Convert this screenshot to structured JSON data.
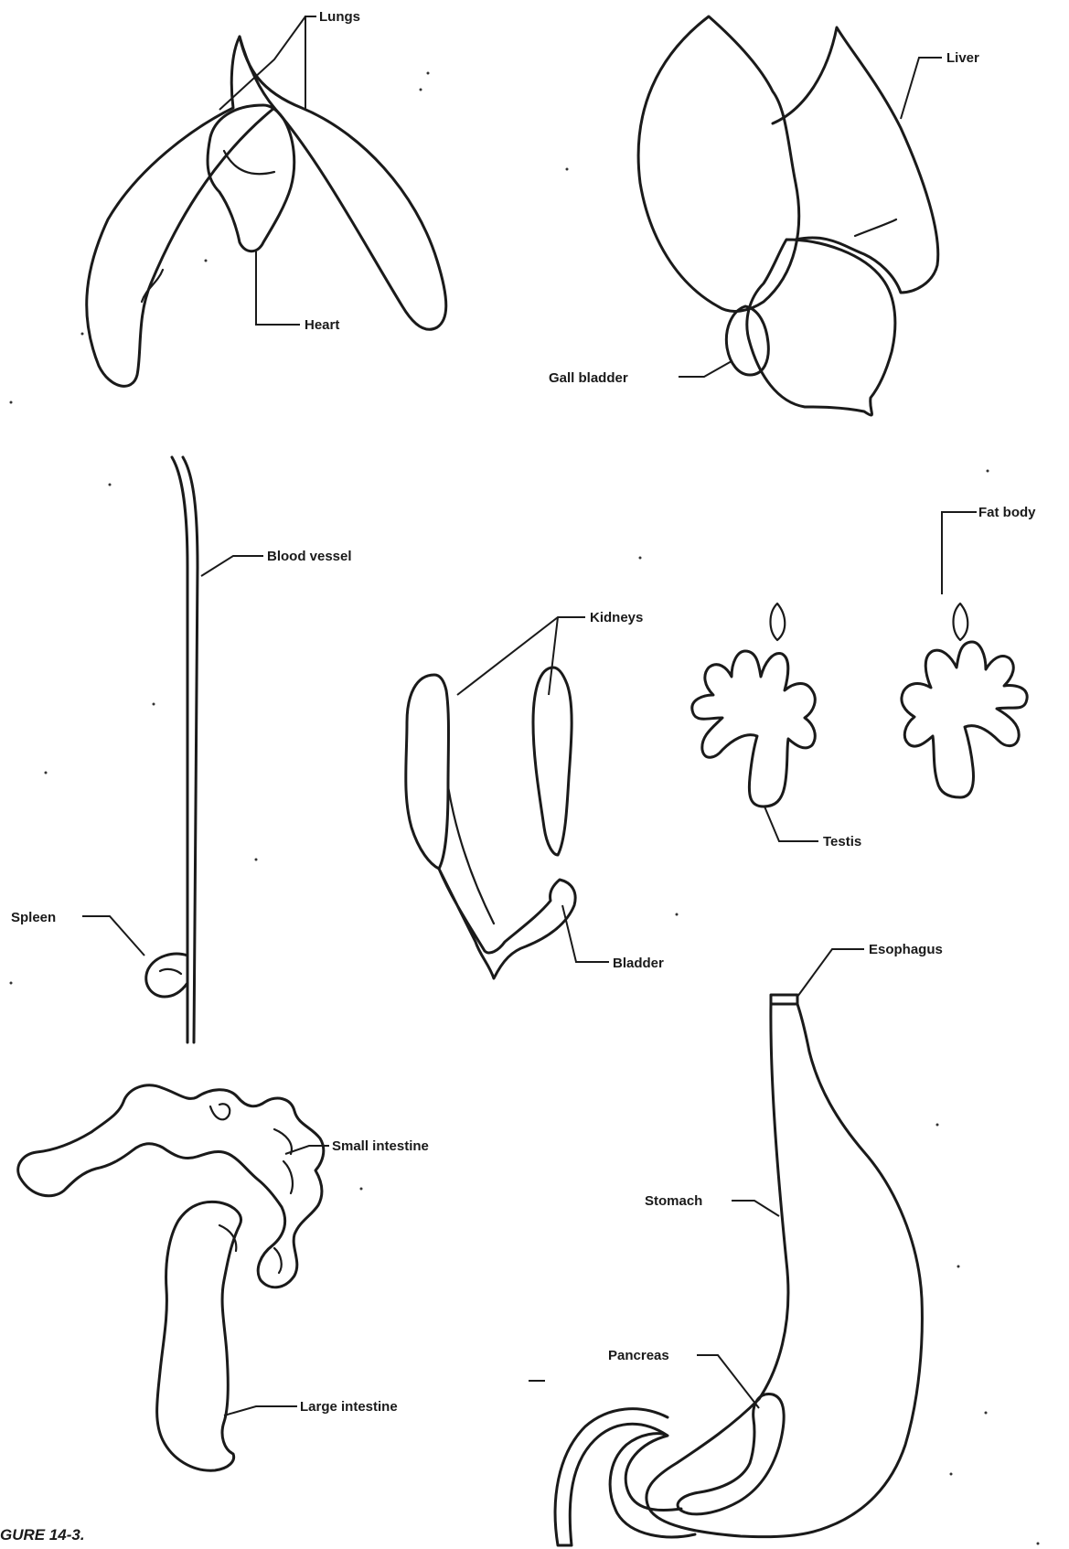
{
  "labels": {
    "lungs": "Lungs",
    "heart": "Heart",
    "liver": "Liver",
    "gall_bladder": "Gall bladder",
    "blood_vessel": "Blood vessel",
    "spleen": "Spleen",
    "kidneys": "Kidneys",
    "bladder": "Bladder",
    "fat_body": "Fat body",
    "testis": "Testis",
    "esophagus": "Esophagus",
    "stomach": "Stomach",
    "pancreas": "Pancreas",
    "small_intestine": "Small intestine",
    "large_intestine": "Large intestine"
  },
  "caption": "GURE 14-3."
}
